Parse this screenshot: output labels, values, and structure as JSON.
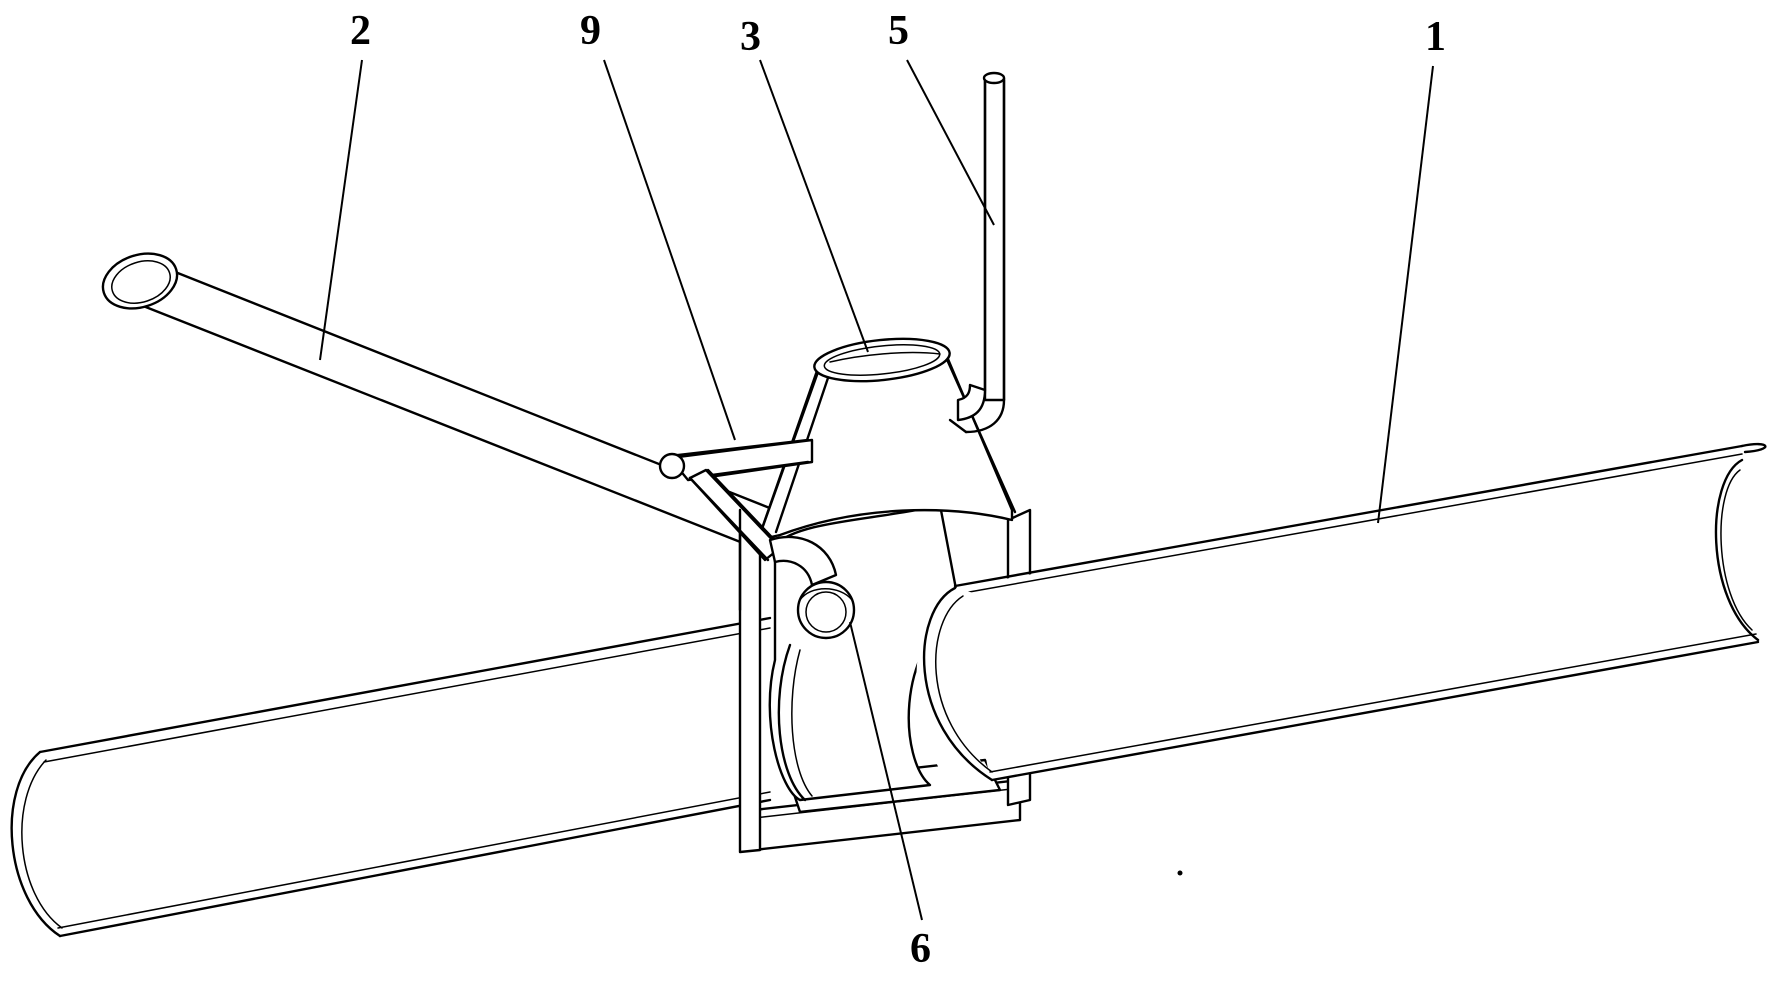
{
  "labels": {
    "l1": "1",
    "l2": "2",
    "l3": "3",
    "l5": "5",
    "l6": "6",
    "l9": "9"
  }
}
